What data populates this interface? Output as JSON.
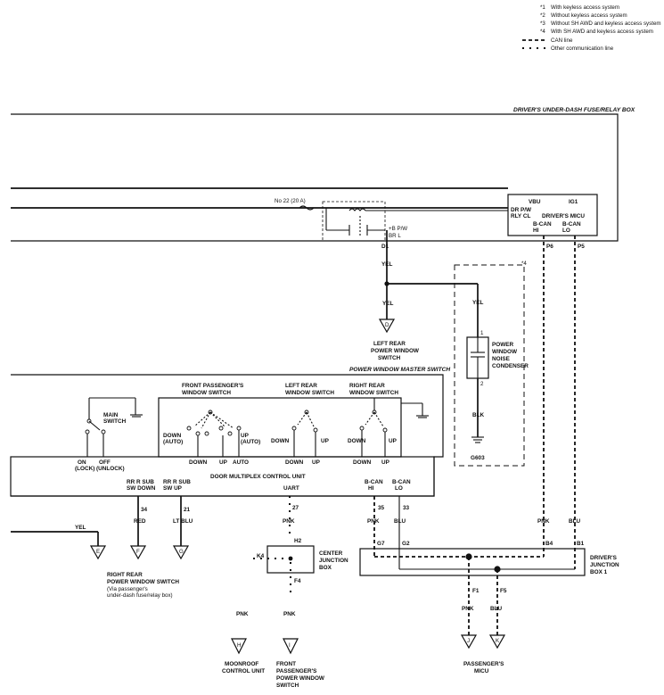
{
  "legend": {
    "notes": [
      {
        "mark": "*1",
        "text": "With keyless access system"
      },
      {
        "mark": "*2",
        "text": "Without keyless access system"
      },
      {
        "mark": "*3",
        "text": "Without SH AWD and keyless access system"
      },
      {
        "mark": "*4",
        "text": "With SH AWD and keyless access system"
      }
    ],
    "can_line": "CAN line",
    "other_line": "Other communication line"
  },
  "components": {
    "fuse_box": "DRIVER'S UNDER-DASH FUSE/RELAY BOX",
    "fuse": "No 22 (20 A)",
    "micu_title": "DRIVER'S MICU",
    "micu_vbu": "VBU",
    "micu_ig1": "IG1",
    "micu_drpw1": "DR P/W",
    "micu_drpw2": "RLY CL",
    "micu_bcanhi1": "B-CAN",
    "micu_bcanhi2": "HI",
    "micu_bcanlo1": "B-CAN",
    "micu_bcanlo2": "LO",
    "relay_out1": "+B P/W",
    "relay_out2": "BR L",
    "master_switch": "POWER WINDOW MASTER SWITCH",
    "main_switch1": "MAIN",
    "main_switch2": "SWITCH",
    "on_lock1": "ON",
    "on_lock2": "(LOCK)",
    "off_unlock1": "OFF",
    "off_unlock2": "(UNLOCK)",
    "fp_switch1": "FRONT PASSENGER'S",
    "fp_switch2": "WINDOW SWITCH",
    "lr_switch1": "LEFT REAR",
    "lr_switch2": "WINDOW SWITCH",
    "rr_switch1": "RIGHT REAR",
    "rr_switch2": "WINDOW SWITCH",
    "down_auto1": "DOWN",
    "down_auto2": "(AUTO)",
    "up_auto1": "UP",
    "up_auto2": "(AUTO)",
    "down": "DOWN",
    "up": "UP",
    "auto": "AUTO",
    "door_unit": "DOOR MULTIPLEX CONTROL UNIT",
    "rr_sub_down1": "RR R SUB",
    "rr_sub_down2": "SW DOWN",
    "rr_sub_up1": "RR R SUB",
    "rr_sub_up2": "SW UP",
    "uart": "UART",
    "unit_bcanhi1": "B-CAN",
    "unit_bcanhi2": "HI",
    "unit_bcanlo1": "B-CAN",
    "unit_bcanlo2": "LO",
    "condenser1": "POWER",
    "condenser2": "WINDOW",
    "condenser3": "NOISE",
    "condenser4": "CONDENSER",
    "ground": "G603",
    "center_jb1": "CENTER",
    "center_jb2": "JUNCTION",
    "center_jb3": "BOX",
    "djb1": "DRIVER'S",
    "djb2": "JUNCTION",
    "djb3": "BOX 1",
    "lr_pw1": "LEFT REAR",
    "lr_pw2": "POWER WINDOW",
    "lr_pw3": "SWITCH",
    "rr_pw1": "RIGHT REAR",
    "rr_pw2": "POWER WINDOW SWITCH",
    "rr_pw3": "(Via passenger's",
    "rr_pw4": "under-dash fuse/relay box)",
    "moonroof1": "MOONROOF",
    "moonroof2": "CONTROL UNIT",
    "fpw1": "FRONT",
    "fpw2": "PASSENGER'S",
    "fpw3": "POWER WINDOW",
    "fpw4": "SWITCH",
    "pmicu1": "PASSENGER'S",
    "pmicu2": "MICU"
  },
  "pins": {
    "d1": "D1",
    "p6": "P6",
    "p5": "P5",
    "c1": "1",
    "c2": "2",
    "p34": "34",
    "p21": "21",
    "p27": "27",
    "p35": "35",
    "p33": "33",
    "g7": "G7",
    "g2": "G2",
    "b4": "B4",
    "b1": "B1",
    "f1": "F1",
    "f5": "F5",
    "h2": "H2",
    "k4": "K4",
    "f4": "F4",
    "star4": "*4"
  },
  "wires": {
    "yel": "YEL",
    "blk": "BLK",
    "red": "RED",
    "ltblu": "LT BLU",
    "pnk": "PNK",
    "blu": "BLU"
  },
  "connectors": {
    "D": "D",
    "E": "E",
    "F": "F",
    "G": "G",
    "H": "H",
    "I": "I",
    "J": "J",
    "K": "K"
  }
}
